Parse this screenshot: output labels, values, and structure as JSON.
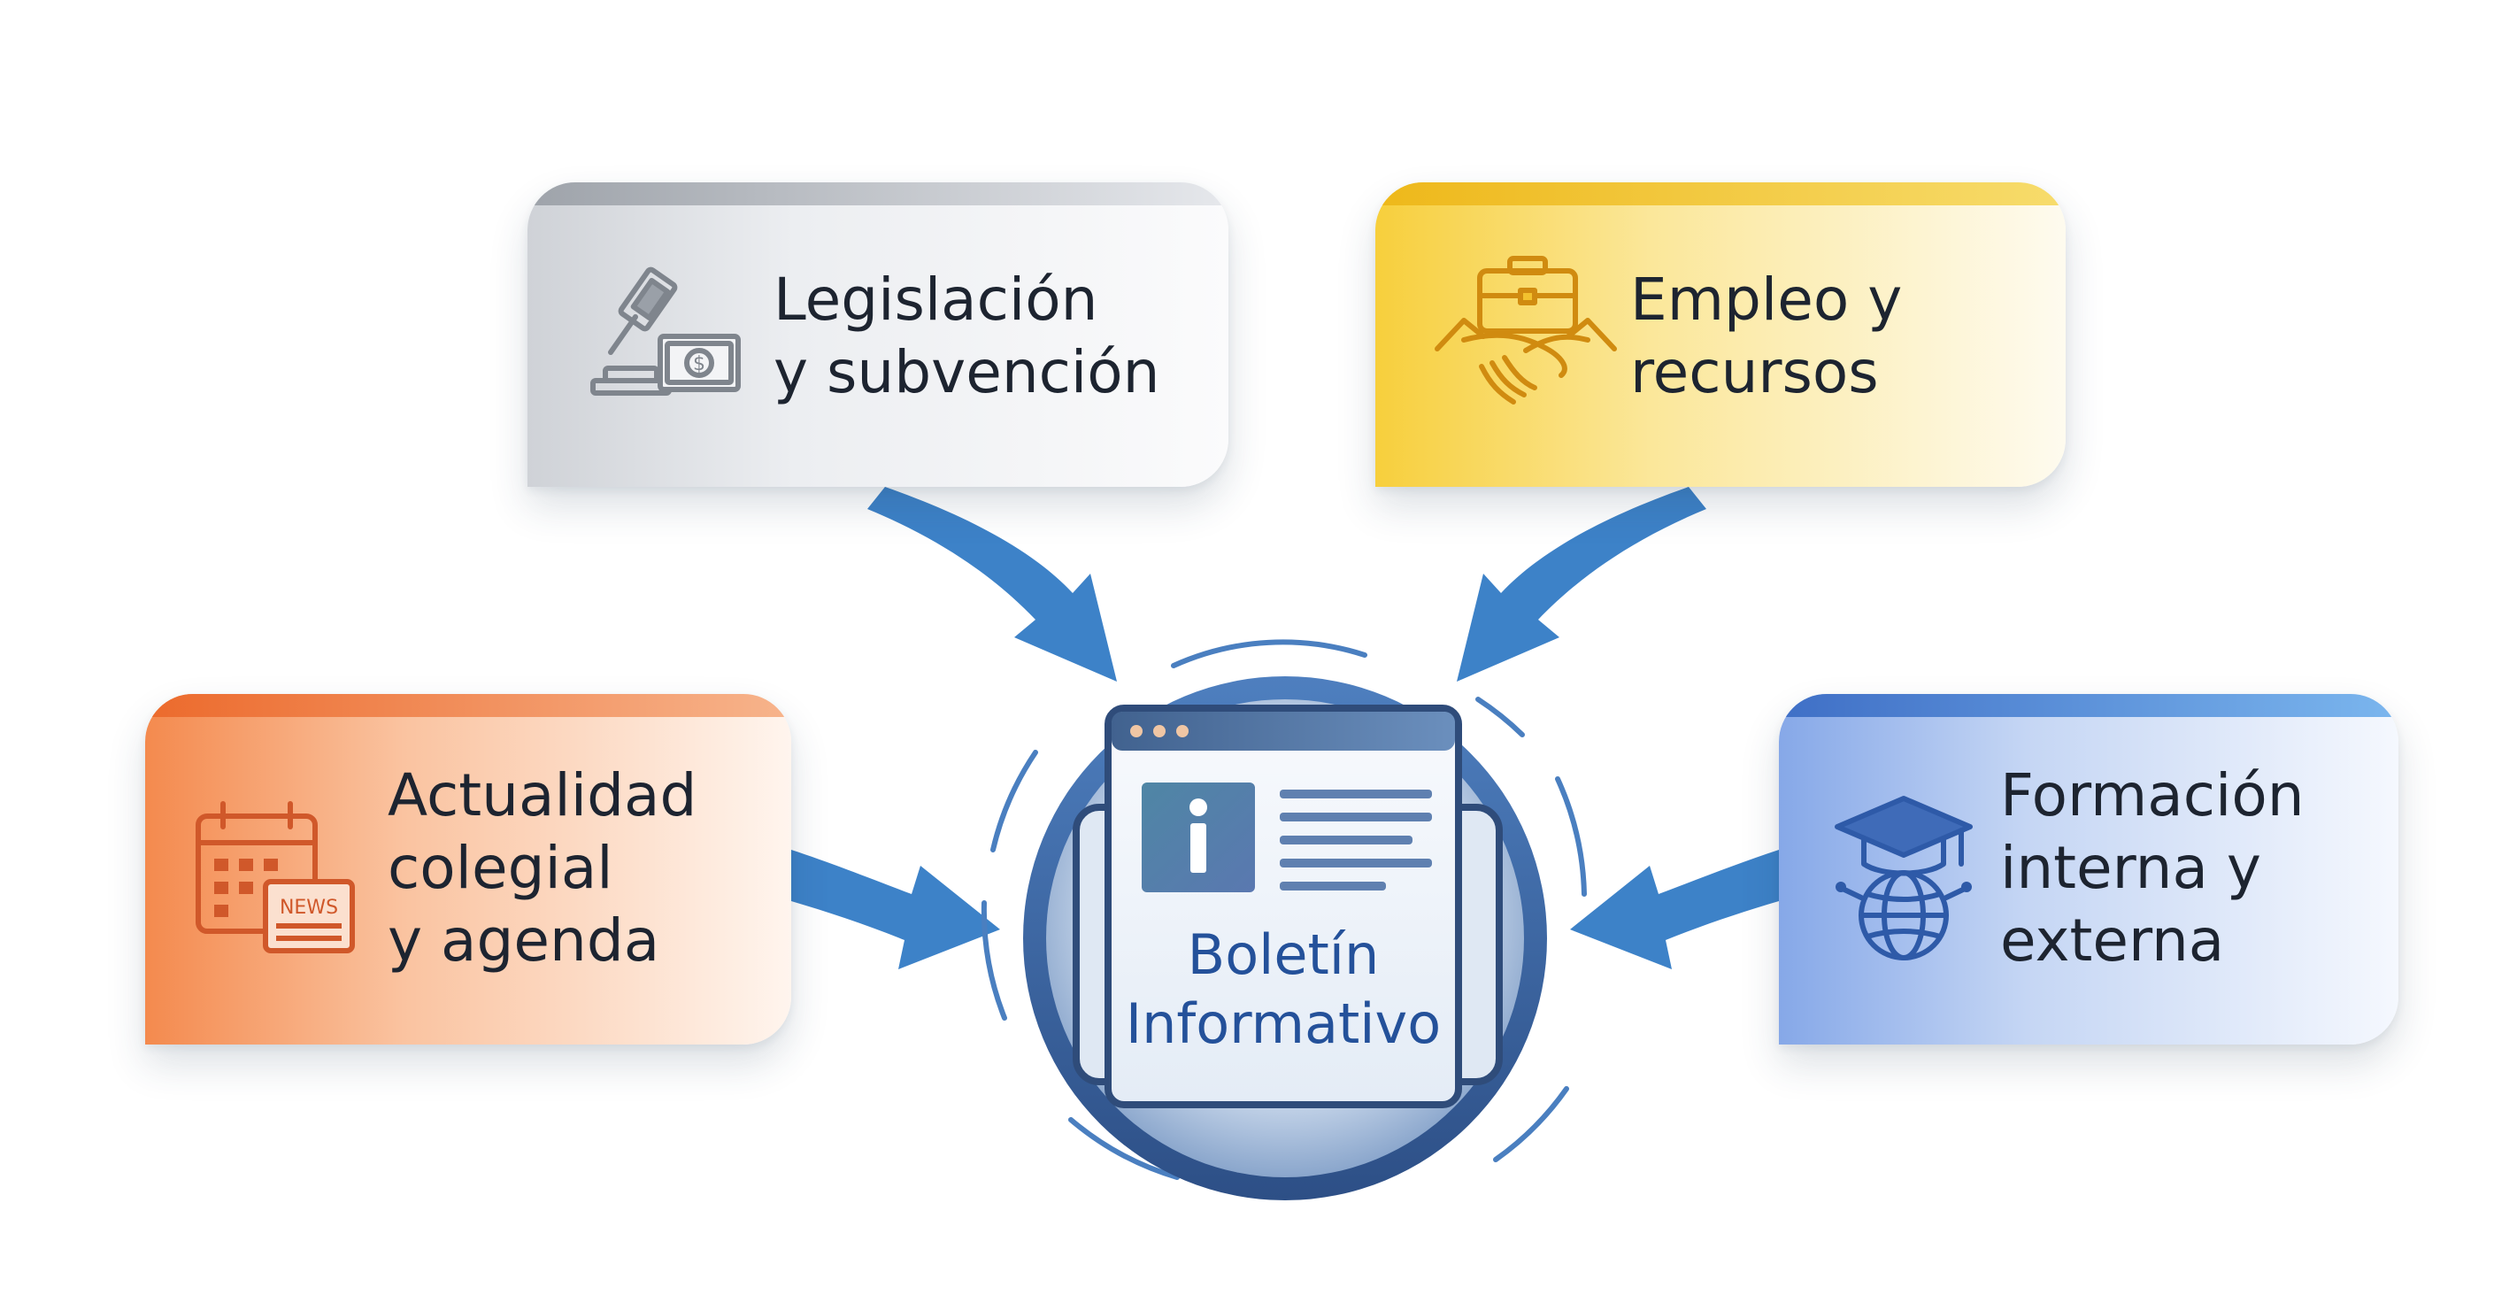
{
  "nodes": {
    "legislacion": {
      "label": "Legislación\ny subvención",
      "icon": "gavel-money-icon"
    },
    "empleo": {
      "label": "Empleo y\nrecursos",
      "icon": "handshake-briefcase-icon"
    },
    "actualidad": {
      "label": "Actualidad\ncolegial\ny agenda",
      "icon": "calendar-news-icon",
      "icon_text": "NEWS"
    },
    "formacion": {
      "label": "Formación\ninterna y\nexterna",
      "icon": "graduation-globe-icon"
    }
  },
  "center": {
    "label": "Boletín\nInformativo",
    "icon": "newsletter-window-icon"
  },
  "colors": {
    "arrow": "#3d82c8",
    "center_ring": "#5585c0",
    "center_text": "#24519a",
    "legislacion": "#a2a7ae",
    "empleo": "#f2c12e",
    "actualidad": "#ee7435",
    "formacion": "#4d7fd0"
  }
}
